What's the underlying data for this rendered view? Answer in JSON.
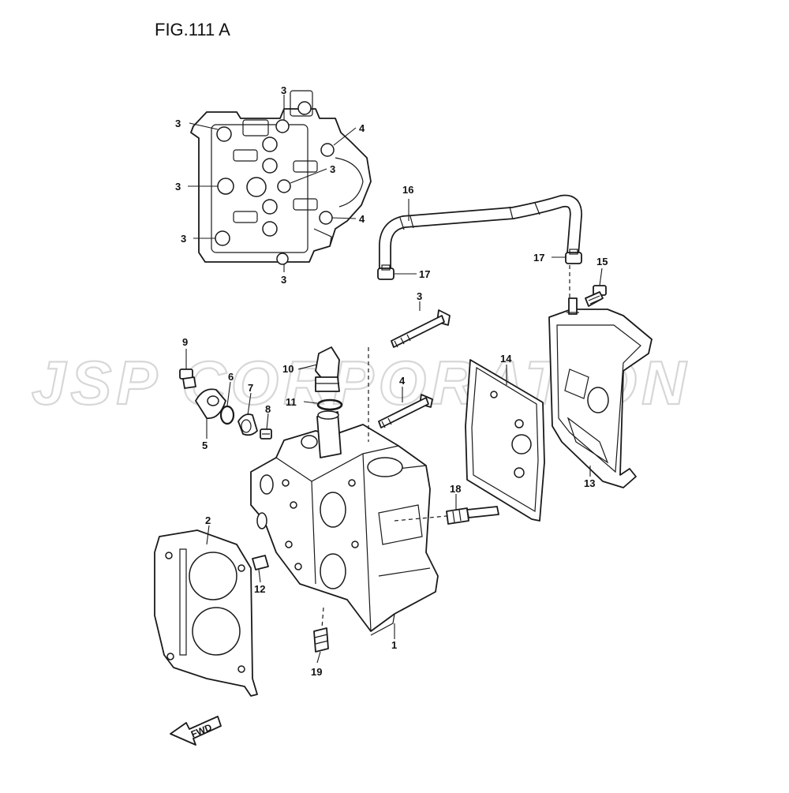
{
  "figure": {
    "title": "FIG.111 A"
  },
  "watermark": {
    "text": "JSP CORPORATION"
  },
  "fwd_marker": {
    "text": "FWD"
  },
  "callouts": [
    {
      "id": "c3a",
      "label": "3"
    },
    {
      "id": "c3b",
      "label": "3"
    },
    {
      "id": "c4a",
      "label": "4"
    },
    {
      "id": "c3c",
      "label": "3"
    },
    {
      "id": "c3d",
      "label": "3"
    },
    {
      "id": "c4b",
      "label": "4"
    },
    {
      "id": "c3e",
      "label": "3"
    },
    {
      "id": "c3f",
      "label": "3"
    },
    {
      "id": "c16",
      "label": "16"
    },
    {
      "id": "c17a",
      "label": "17"
    },
    {
      "id": "c17b",
      "label": "17"
    },
    {
      "id": "c15",
      "label": "15"
    },
    {
      "id": "c3g",
      "label": "3"
    },
    {
      "id": "c9",
      "label": "9"
    },
    {
      "id": "c6",
      "label": "6"
    },
    {
      "id": "c7",
      "label": "7"
    },
    {
      "id": "c8",
      "label": "8"
    },
    {
      "id": "c5",
      "label": "5"
    },
    {
      "id": "c10",
      "label": "10"
    },
    {
      "id": "c11",
      "label": "11"
    },
    {
      "id": "c4c",
      "label": "4"
    },
    {
      "id": "c14",
      "label": "14"
    },
    {
      "id": "c13",
      "label": "13"
    },
    {
      "id": "c18",
      "label": "18"
    },
    {
      "id": "c2",
      "label": "2"
    },
    {
      "id": "c12",
      "label": "12"
    },
    {
      "id": "c1",
      "label": "1"
    },
    {
      "id": "c19",
      "label": "19"
    }
  ]
}
